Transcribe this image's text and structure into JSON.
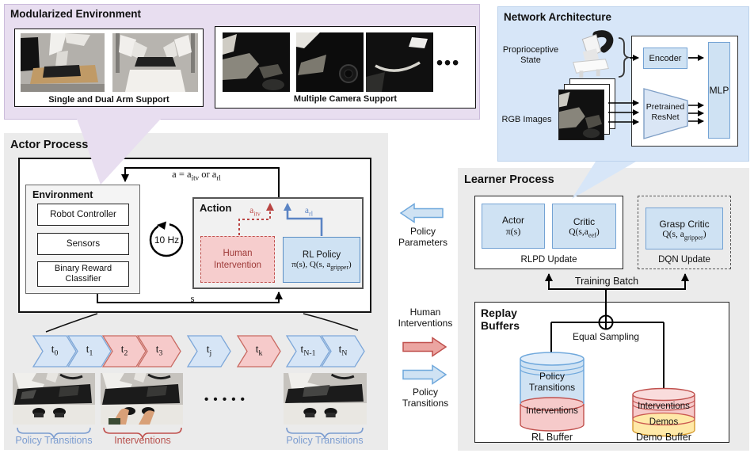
{
  "colors": {
    "panel_lavender": "#e8def0",
    "panel_blue": "#d7e6f8",
    "panel_gray": "#ebebeb",
    "blue_fill": "#cfe2f3",
    "blue_border": "#6fa8dc",
    "red_fill": "#f6caca",
    "red_border": "#c0504d",
    "yellow_fill": "#ffe9a8",
    "blue_text": "#7b9cd0",
    "red_text": "#b8514d"
  },
  "modularized_environment": {
    "title": "Modularized Environment",
    "arm_caption": "Single and Dual Arm Support",
    "camera_caption": "Multiple Camera Support",
    "ellipsis": "•••"
  },
  "network_architecture": {
    "title": "Network Architecture",
    "proprioceptive_label": "Proprioceptive State",
    "rgb_label": "RGB Images",
    "encoder_label": "Encoder",
    "mlp_label": "MLP",
    "resnet_line1": "Pretrained",
    "resnet_line2": "ResNet"
  },
  "actor_process": {
    "title": "Actor Process",
    "equation": {
      "p1": "a = a",
      "s1": "itv",
      "p2": " or a",
      "s2": "rl"
    },
    "environment": {
      "title": "Environment",
      "robot_controller": "Robot Controller",
      "sensors": "Sensors",
      "reward_classifier": "Binary Reward Classifier"
    },
    "rate_label": "10 Hz",
    "action": {
      "title": "Action",
      "a_itv": {
        "p": "a",
        "s": "itv"
      },
      "a_rl": {
        "p": "a",
        "s": "rl"
      },
      "human_intervention": "Human Intervention",
      "rl_policy_line1": "RL Policy",
      "rl_policy_line2": {
        "p1": "π(s), Q(s, a",
        "s1": "gripper",
        "p2": ")"
      }
    },
    "state_label": "s",
    "timeline": {
      "steps": [
        {
          "p": "t",
          "s": "0",
          "type": "policy"
        },
        {
          "p": "t",
          "s": "1",
          "type": "policy"
        },
        {
          "p": "t",
          "s": "2",
          "type": "intervention"
        },
        {
          "p": "t",
          "s": "3",
          "type": "intervention"
        },
        {
          "p": "t",
          "s": "j",
          "type": "policy"
        },
        {
          "p": "t",
          "s": "k",
          "type": "intervention"
        },
        {
          "p": "t",
          "s": "N-1",
          "type": "policy"
        },
        {
          "p": "t",
          "s": "N",
          "type": "policy"
        }
      ]
    },
    "dots": "•  •  •  •  •",
    "group_labels": {
      "left": "Policy Transitions",
      "middle": "Interventions",
      "right": "Policy Transitions"
    }
  },
  "data_flow": {
    "policy_parameters": "Policy Parameters",
    "human_interventions": "Human Interventions",
    "policy_transitions": "Policy Transitions"
  },
  "learner_process": {
    "title": "Learner Process",
    "actor": {
      "title": "Actor",
      "formula": "π(s)"
    },
    "critic": {
      "title": "Critic",
      "formula": {
        "p1": "Q(s,a",
        "s1": "eef",
        "p2": ")"
      }
    },
    "rlpd_update": "RLPD Update",
    "grasp_critic": {
      "title": "Grasp Critic",
      "formula": {
        "p1": "Q(s, a",
        "s1": "gripper",
        "p2": ")"
      }
    },
    "dqn_update": "DQN Update",
    "training_batch": "Training Batch"
  },
  "replay_buffers": {
    "title": "Replay Buffers",
    "equal_sampling": "Equal Sampling",
    "rl_buffer": {
      "sections": [
        {
          "label": "Policy Transitions",
          "color": "blue"
        },
        {
          "label": "Interventions",
          "color": "red"
        }
      ],
      "caption": "RL Buffer"
    },
    "demo_buffer": {
      "sections": [
        {
          "label": "Interventions",
          "color": "red"
        },
        {
          "label": "Demos",
          "color": "yellow"
        }
      ],
      "caption": "Demo Buffer"
    }
  }
}
